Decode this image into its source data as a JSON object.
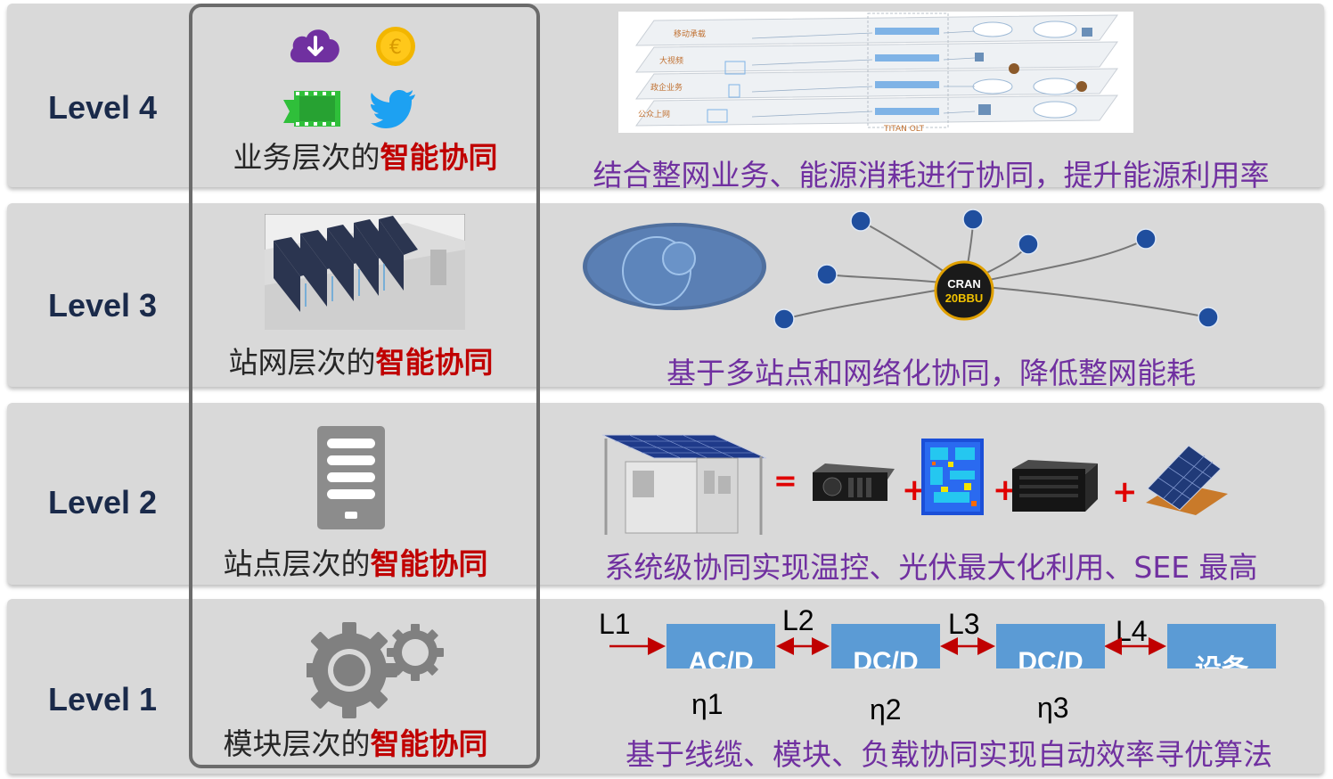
{
  "levels": [
    {
      "label": "Level 4",
      "caption_prefix": "业务层次的",
      "caption_highlight": "智能协同",
      "description": "结合整网业务、能源消耗进行协同，提升能源利用率",
      "diagram_rows": [
        "移动承载",
        "大视频",
        "政企业务",
        "公众上网"
      ],
      "diagram_footer": "TITAN OLT"
    },
    {
      "label": "Level 3",
      "caption_prefix": "站网层次的",
      "caption_highlight": "智能协同",
      "description": "基于多站点和网络化协同，降低整网能耗",
      "hub_line1": "CRAN",
      "hub_line2": "20BBU"
    },
    {
      "label": "Level 2",
      "caption_prefix": "站点层次的",
      "caption_highlight": "智能协同",
      "description": "系统级协同实现温控、光伏最大化利用、SEE 最高",
      "equals": "=",
      "plus": "+"
    },
    {
      "label": "Level 1",
      "caption_prefix": "模块层次的",
      "caption_highlight": "智能协同",
      "description": "基于线缆、模块、负载协同实现自动效率寻优算法",
      "links": [
        "L1",
        "L2",
        "L3",
        "L4"
      ],
      "converters": [
        "AC/D",
        "DC/D",
        "DC/D",
        "设备"
      ],
      "efficiencies": [
        "η1",
        "η2",
        "η3"
      ]
    }
  ],
  "colors": {
    "band": "#d9d9d9",
    "highlight": "#c00000",
    "description": "#7030a0",
    "level_label": "#1a2a4a",
    "converter": "#5b9bd5"
  },
  "icons": [
    "cloud-download-icon",
    "euro-coin-icon",
    "film-ticket-icon",
    "twitter-bird-icon",
    "server-icon",
    "gears-icon"
  ]
}
